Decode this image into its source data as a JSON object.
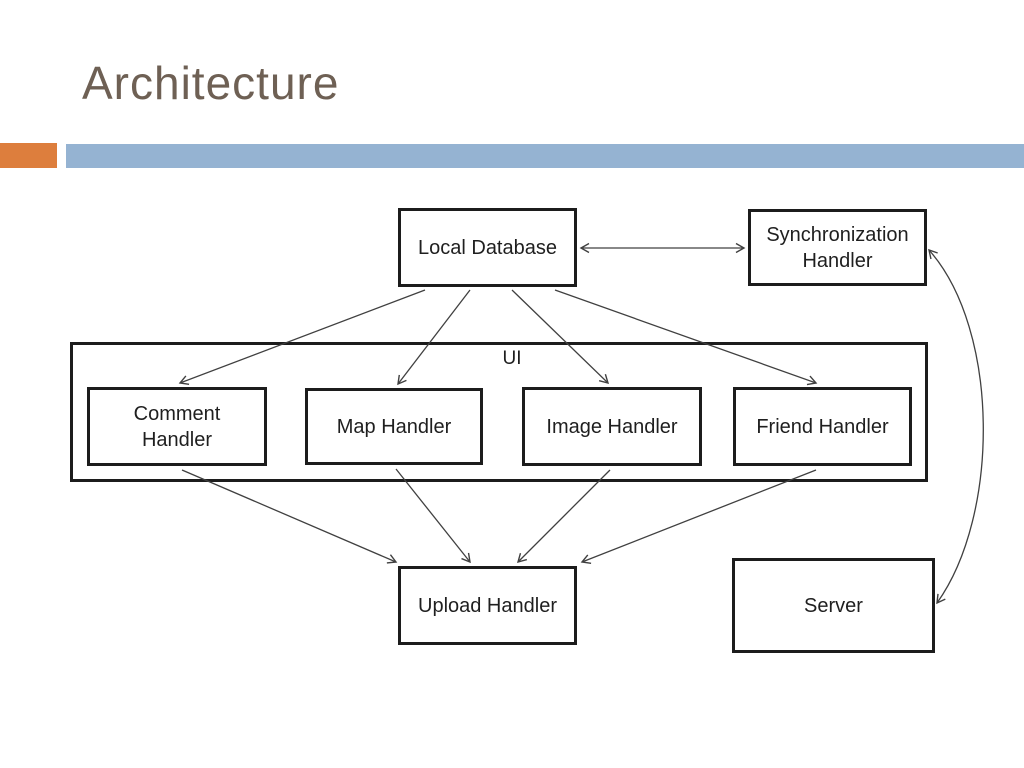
{
  "slide": {
    "title": "Architecture",
    "colors": {
      "title_text": "#6E6054",
      "accent_orange": "#DD7E3D",
      "accent_blue": "#95B3D2",
      "box_border": "#1C1C1C",
      "connector": "#404040",
      "background": "#FFFFFF"
    }
  },
  "diagram": {
    "container_label": "UI",
    "nodes": [
      {
        "id": "local-database",
        "label": "Local Database"
      },
      {
        "id": "synchronization-handler",
        "label": "Synchronization Handler"
      },
      {
        "id": "comment-handler",
        "label": "Comment Handler"
      },
      {
        "id": "map-handler",
        "label": "Map Handler"
      },
      {
        "id": "image-handler",
        "label": "Image Handler"
      },
      {
        "id": "friend-handler",
        "label": "Friend Handler"
      },
      {
        "id": "upload-handler",
        "label": "Upload Handler"
      },
      {
        "id": "server",
        "label": "Server"
      }
    ],
    "edges": [
      {
        "from": "local-database",
        "to": "synchronization-handler",
        "style": "double-arrow"
      },
      {
        "from": "local-database",
        "to": "comment-handler",
        "style": "arrow"
      },
      {
        "from": "local-database",
        "to": "map-handler",
        "style": "arrow"
      },
      {
        "from": "local-database",
        "to": "image-handler",
        "style": "arrow"
      },
      {
        "from": "local-database",
        "to": "friend-handler",
        "style": "arrow"
      },
      {
        "from": "comment-handler",
        "to": "upload-handler",
        "style": "arrow"
      },
      {
        "from": "map-handler",
        "to": "upload-handler",
        "style": "arrow"
      },
      {
        "from": "image-handler",
        "to": "upload-handler",
        "style": "arrow"
      },
      {
        "from": "friend-handler",
        "to": "upload-handler",
        "style": "arrow"
      },
      {
        "from": "synchronization-handler",
        "to": "server",
        "style": "double-arrow-curved"
      }
    ]
  }
}
